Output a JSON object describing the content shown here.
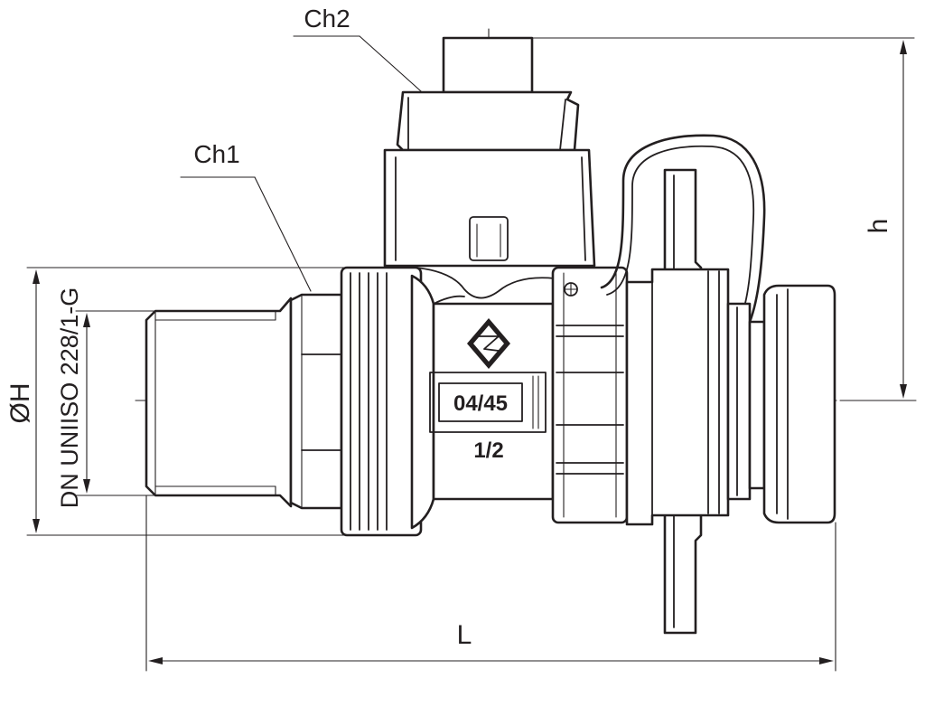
{
  "labels": {
    "ch1": "Ch1",
    "ch2": "Ch2",
    "height": "h",
    "length": "L",
    "diameter": "ØH",
    "thread_spec": "DN UNIISO 228/1-G",
    "body_marking_date": "04/45",
    "body_marking_size": "1/2"
  },
  "icons": {
    "logo": "diamond-logo-icon"
  },
  "colors": {
    "ink": "#231f20",
    "background": "#ffffff"
  }
}
